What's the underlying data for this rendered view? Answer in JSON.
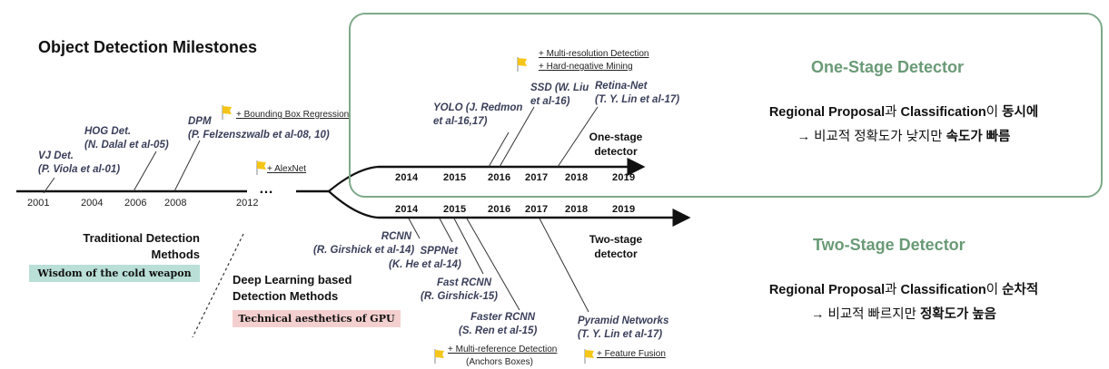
{
  "title": "Object Detection Milestones",
  "timeline": {
    "years": [
      "2001",
      "2004",
      "2006",
      "2008",
      "2012"
    ],
    "ellipsis": "…"
  },
  "traditional": {
    "methods": [
      {
        "name": "VJ Det.",
        "ref": "(P. Viola et al-01)"
      },
      {
        "name": "HOG Det.",
        "ref": "(N. Dalal et al-05)"
      },
      {
        "name": "DPM",
        "ref": "(P. Felzenszwalb et al-08, 10)"
      }
    ],
    "section_line1": "Traditional Detection",
    "section_line2": "Methods",
    "badge": "Wisdom of the cold weapon",
    "note_bbox": "+ Bounding Box Regression"
  },
  "deep": {
    "note_alexnet": "+ AlexNet",
    "section_line1": "Deep Learning based",
    "section_line2": "Detection Methods",
    "badge": "Technical aesthetics of GPU"
  },
  "one_stage": {
    "years": [
      "2014",
      "2015",
      "2016",
      "2017",
      "2018",
      "2019"
    ],
    "label_line1": "One-stage",
    "label_line2": "detector",
    "methods": [
      {
        "name": "YOLO (J. Redmon",
        "ref": "et al-16,17)"
      },
      {
        "name": "SSD (W. Liu",
        "ref": "et al-16)"
      },
      {
        "name": "Retina-Net",
        "ref": "(T. Y. Lin et al-17)"
      }
    ],
    "note1": "+ Multi-resolution Detection",
    "note2": "+ Hard-negative Mining",
    "heading": "One-Stage Detector",
    "desc_p1": "Regional Proposal",
    "desc_p2": "과 ",
    "desc_p3": "Classification",
    "desc_p4": "이 ",
    "desc_p5": "동시에",
    "desc2_p1": "→ 비교적 정확도가 낮지만 ",
    "desc2_p2": "속도가 빠름"
  },
  "two_stage": {
    "years": [
      "2014",
      "2015",
      "2016",
      "2017",
      "2018",
      "2019"
    ],
    "label_line1": "Two-stage",
    "label_line2": "detector",
    "methods": [
      {
        "name": "RCNN",
        "ref": "(R. Girshick et al-14)"
      },
      {
        "name": "SPPNet",
        "ref": "(K. He et al-14)"
      },
      {
        "name": "Fast RCNN",
        "ref": "(R. Girshick-15)"
      },
      {
        "name": "Faster RCNN",
        "ref": "(S. Ren et al-15)"
      },
      {
        "name": "Pyramid Networks",
        "ref": "(T. Y. Lin et al-17)"
      }
    ],
    "note_anchor1": "+ Multi-reference Detection",
    "note_anchor2": "(Anchors Boxes)",
    "note_fusion": "+ Feature Fusion",
    "heading": "Two-Stage Detector",
    "desc_p1": "Regional Proposal",
    "desc_p2": "과 ",
    "desc_p3": "Classification",
    "desc_p4": "이 ",
    "desc_p5": "순차적",
    "desc2_p1": "→ 비교적 빠르지만 ",
    "desc2_p2": "정확도가 높음"
  },
  "colors": {
    "box_border": "#7fa98a",
    "heading": "#6a9a76",
    "badge_green": "#b9dfd6",
    "badge_pink": "#f3d0cf",
    "flag": "#f5c518"
  }
}
